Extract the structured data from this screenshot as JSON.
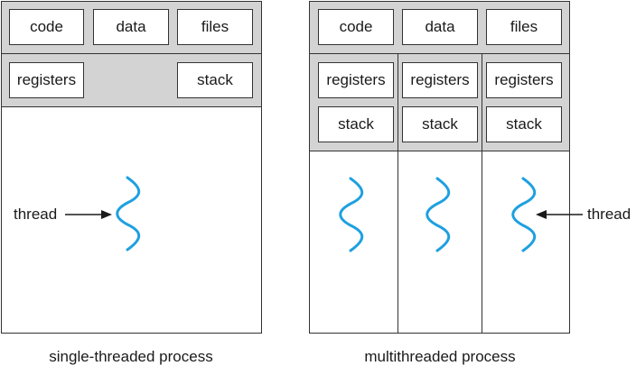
{
  "single": {
    "shared": [
      "code",
      "data",
      "files"
    ],
    "registers": "registers",
    "stack": "stack",
    "thread_label": "thread",
    "caption": "single-threaded process"
  },
  "multi": {
    "shared": [
      "code",
      "data",
      "files"
    ],
    "registers": [
      "registers",
      "registers",
      "registers"
    ],
    "stacks": [
      "stack",
      "stack",
      "stack"
    ],
    "thread_label": "thread",
    "caption": "multithreaded process"
  },
  "colors": {
    "thread": "#1ea0e0",
    "band": "#d3d3d3",
    "border": "#333333"
  }
}
